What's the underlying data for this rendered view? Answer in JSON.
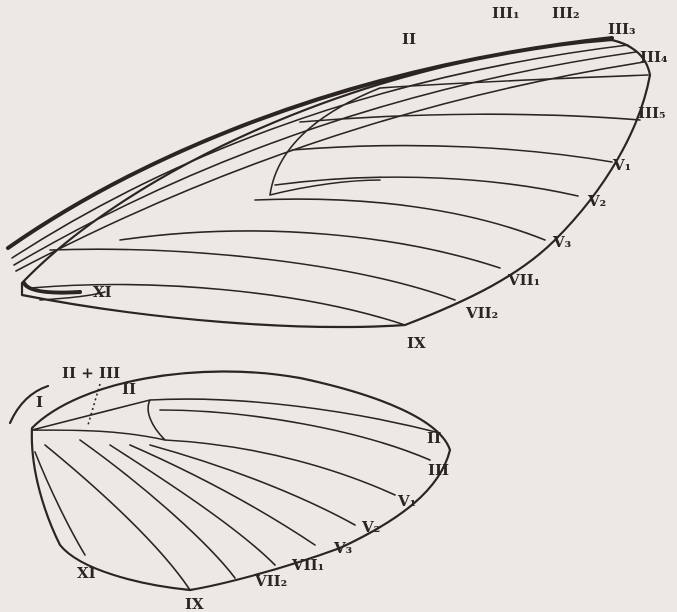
{
  "forewing": {
    "labels": {
      "II": "II",
      "III1": "III₁",
      "III2": "III₂",
      "III3": "III₃",
      "III4": "III₄",
      "III5": "III₅",
      "V1": "V₁",
      "V2": "V₂",
      "V3": "V₃",
      "VII1": "VII₁",
      "VII2": "VII₂",
      "IX": "IX",
      "XI": "XI"
    }
  },
  "hindwing": {
    "labels": {
      "II_III": "II + III",
      "I": "I",
      "II_inner": "II",
      "II": "II",
      "III": "III",
      "V1": "V₁",
      "V2": "V₂",
      "V3": "V₃",
      "VII1": "VII₁",
      "VII2": "VII₂",
      "IX": "IX",
      "XI": "XI"
    }
  },
  "colors": {
    "ink": "#2c2420",
    "paper": "#ece9e4"
  }
}
